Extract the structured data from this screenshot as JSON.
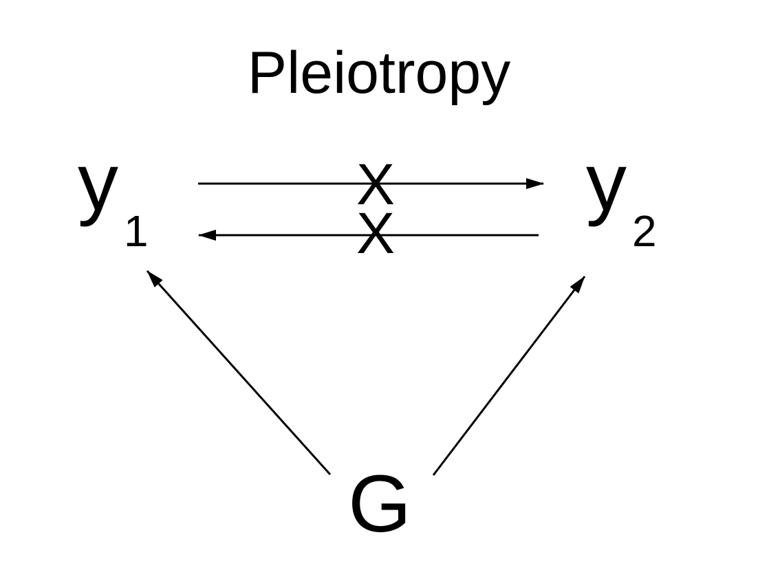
{
  "title": "Pleiotropy",
  "nodes": {
    "y1": {
      "base": "y",
      "subscript": "1"
    },
    "y2": {
      "base": "y",
      "subscript": "2"
    },
    "g": {
      "label": "G"
    }
  },
  "edges": {
    "y1_to_y2": {
      "from": "y1",
      "to": "y2",
      "blocked": true,
      "block_mark": "X"
    },
    "y2_to_y1": {
      "from": "y2",
      "to": "y1",
      "blocked": true,
      "block_mark": "X"
    },
    "g_to_y1": {
      "from": "G",
      "to": "y1",
      "blocked": false
    },
    "g_to_y2": {
      "from": "G",
      "to": "y2",
      "blocked": false
    }
  },
  "colors": {
    "ink": "#000000",
    "background": "#ffffff"
  }
}
